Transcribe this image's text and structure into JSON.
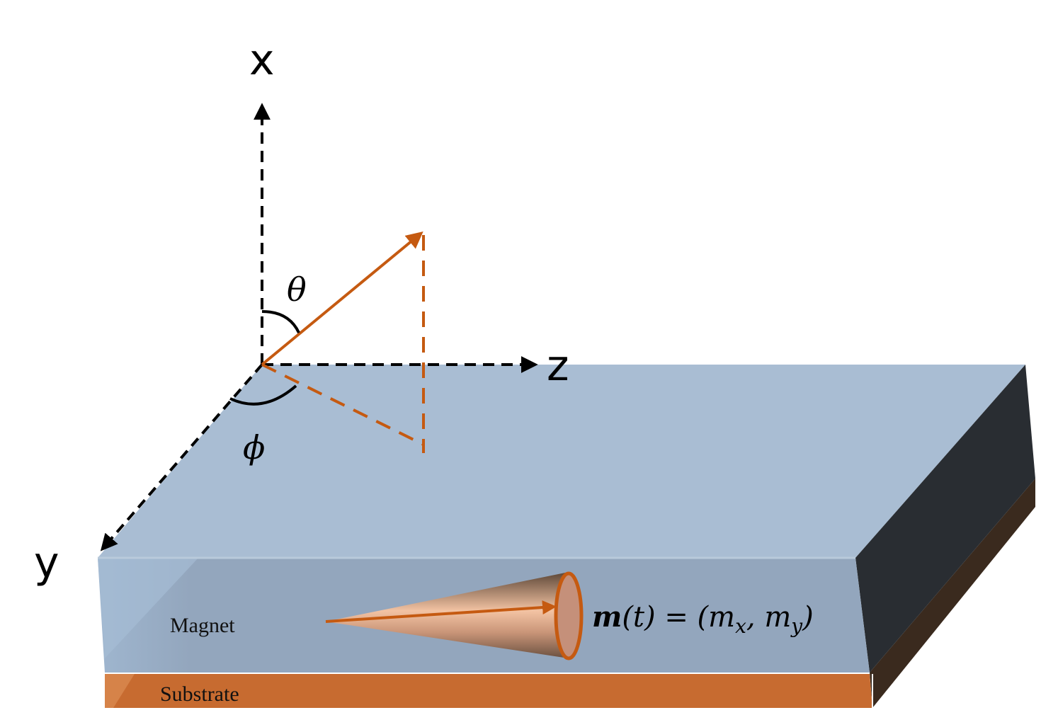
{
  "axes": {
    "x": "x",
    "y": "y",
    "z": "z"
  },
  "angles": {
    "theta": "θ",
    "phi": "ϕ"
  },
  "layers": {
    "magnet": "Magnet",
    "substrate": "Substrate"
  },
  "equation": {
    "m": "m",
    "arg": "(t) = (",
    "mx_base": "m",
    "mx_sub": "x",
    "comma": ", ",
    "my_base": "m",
    "my_sub": "y",
    "close": ")"
  },
  "colors": {
    "vector": "#c55a11",
    "top_face": "#a9bdd3",
    "front_face": "#93a6bd",
    "side_face": "#292d32",
    "substrate": "#c76b30",
    "substrate_side": "#3a2a1e"
  }
}
